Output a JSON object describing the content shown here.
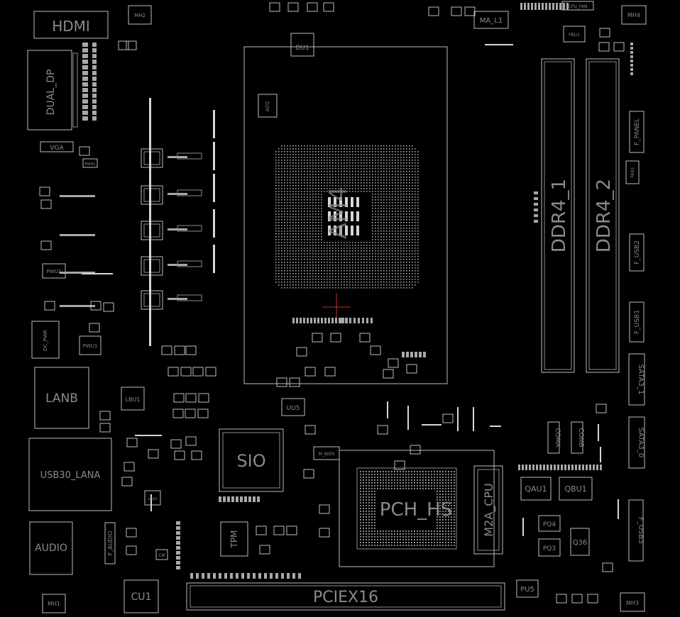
{
  "board": {
    "labels": {
      "hdmi": "HDMI",
      "mh2": "MH2",
      "mh4": "MH4",
      "mh1": "MH1",
      "mh3": "MH3",
      "du1": "DU1",
      "ma_l1": "MA_L1",
      "cpu_fan": "CPU_FAN",
      "fbu1": "FBU1",
      "dual_dp": "DUAL_DP",
      "vga": "VGA",
      "pwh1": "PWH1",
      "pwu2": "PWU2",
      "pwu1": "PWU1",
      "dc_pwr": "DC_PWR",
      "lanb": "LANB",
      "lbu1": "LBU1",
      "usb30_lana": "USB30_LANA",
      "lau1": "LAU1",
      "audio": "AUDIO",
      "f_audio": "F_AUDIO",
      "cu1": "CU1",
      "cm": "CM",
      "sio": "SIO",
      "uu5": "UU5",
      "tpm": "TPM",
      "m_bios": "M_BIOS",
      "pch_hs": "PCH_HS",
      "m2a_cpu": "M2A_CPU",
      "pciex16": "PCIEX16",
      "ddr4_1": "DDR4_1",
      "ddr4_2": "DDR4_2",
      "f_panel": "F_PANEL",
      "fan1": "FAN1",
      "f_usb2": "F_USB2",
      "f_usb1": "F_USB1",
      "sata3_1": "SATA3_1",
      "sata3_0": "SATA3_0",
      "coma": "COMA",
      "comb": "COMB",
      "qau1": "QAU1",
      "qbu1": "QBU1",
      "pq4": "PQ4",
      "pq3": "PQ3",
      "q36": "Q36",
      "f_usb3": "F_USB3",
      "pu5": "PU5",
      "am4": "AM4",
      "ao2": "AO2"
    }
  }
}
